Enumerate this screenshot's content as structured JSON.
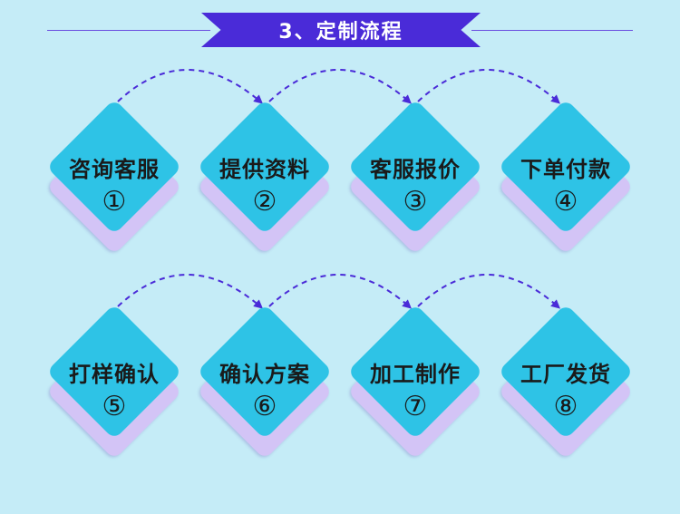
{
  "header": {
    "title": "3、定制流程"
  },
  "colors": {
    "background": "#c5ecf7",
    "banner": "#4a2bd8",
    "diamond": "#2ec3e6",
    "diamond_shadow": "#d3c4f6",
    "arrow": "#4a2bd8"
  },
  "steps": [
    {
      "label": "咨询客服",
      "number": "①"
    },
    {
      "label": "提供资料",
      "number": "②"
    },
    {
      "label": "客服报价",
      "number": "③"
    },
    {
      "label": "下单付款",
      "number": "④"
    },
    {
      "label": "打样确认",
      "number": "⑤"
    },
    {
      "label": "确认方案",
      "number": "⑥"
    },
    {
      "label": "加工制作",
      "number": "⑦"
    },
    {
      "label": "工厂发货",
      "number": "⑧"
    }
  ]
}
